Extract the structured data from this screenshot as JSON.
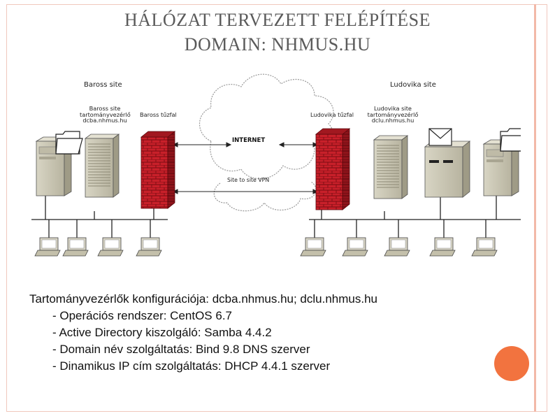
{
  "slide": {
    "title_line1": "HÁLÓZAT TERVEZETT FELÉPÍTÉSE",
    "title_line2": "DOMAIN: NHMUS.HU"
  },
  "diagram": {
    "left_site": {
      "label": "Baross site",
      "dc_line1": "Baross site",
      "dc_line2": "tartományvezérlő",
      "dc_line3": "dcba.nhmus.hu",
      "firewall_label": "Baross tűzfal"
    },
    "right_site": {
      "label": "Ludovika site",
      "dc_line1": "Ludovika site",
      "dc_line2": "tartományvezérlő",
      "dc_line3": "dclu.nhmus.hu",
      "firewall_label": "Ludovika tűzfal"
    },
    "internet_label": "INTERNET",
    "vpn_label": "Site to site VPN",
    "icons": [
      "folder-icon",
      "envelope-icon",
      "folder-icon",
      "server-icon",
      "firewall-icon",
      "laptop-icon",
      "cloud-icon"
    ],
    "colors": {
      "firewall": "#c8202a",
      "server": "#c9c5b2",
      "cable": "#222222"
    }
  },
  "body": {
    "line1": "Tartományvezérlők konfigurációja: dcba.nhmus.hu; dclu.nhmus.hu",
    "line2": "- Operációs rendszer: CentOS 6.7",
    "line3": "- Active Directory kiszolgáló: Samba 4.4.2",
    "line4": "- Domain név szolgáltatás: Bind 9.8 DNS szerver",
    "line5": "- Dinamikus IP cím szolgáltatás: DHCP 4.4.1 szerver"
  },
  "accent_colors": {
    "dot": "#f2733f",
    "border": "#f2b9a8"
  }
}
